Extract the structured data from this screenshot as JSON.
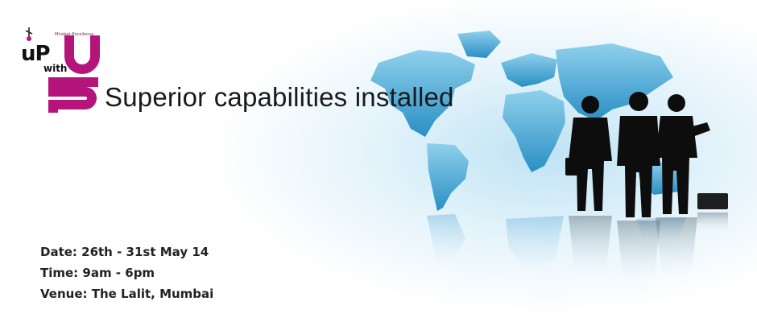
{
  "logo": {
    "tagline": "Mindset-Excellence",
    "top_text": "uP",
    "middle_text": "with",
    "colors": {
      "magenta": "#b5157a",
      "dark": "#111111"
    }
  },
  "headline": "Superior capabilities installed",
  "event": {
    "date": "Date: 26th - 31st May 14",
    "time": "Time: 9am - 6pm",
    "venue": "Venue: The Lalit, Mumbai"
  },
  "colors": {
    "map_blue": "#3fa7d6",
    "map_light": "#9fd3ec",
    "silhouette": "#0d0d0d"
  }
}
